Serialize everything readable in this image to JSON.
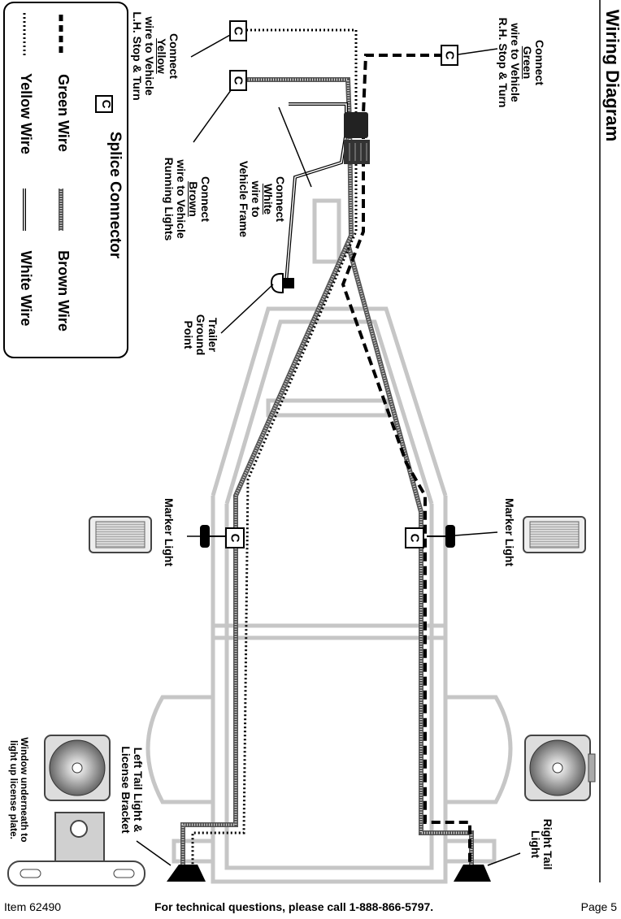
{
  "title": "Wiring Diagram",
  "legend": {
    "splice_symbol": "C",
    "splice_label": "Splice Connector",
    "green_label": "Green Wire",
    "brown_label": "Brown Wire",
    "yellow_label": "Yellow Wire",
    "white_label": "White Wire"
  },
  "callouts": {
    "green": {
      "pre": "Connect ",
      "color": "Green",
      "line2": "wire to Vehicle",
      "line3": "R.H. Stop & Turn"
    },
    "yellow": {
      "pre": "Connect ",
      "color": "Yellow",
      "line2": "wire to Vehicle",
      "line3": "L.H. Stop & Turn"
    },
    "white": {
      "line1": "Connect",
      "color": "White",
      "post": " wire to",
      "line3": "Vehicle Frame"
    },
    "brown": {
      "pre": "Connect ",
      "color": "Brown",
      "line2": "wire to Vehicle",
      "line3": "Running Lights"
    },
    "ground": {
      "line1": "Trailer",
      "line2": "Ground",
      "line3": "Point"
    },
    "marker_right": "Marker Light",
    "marker_left": "Marker Light",
    "right_tail": {
      "line1": "Right Tail",
      "line2": "Light"
    },
    "left_tail": {
      "line1": "Left Tail Light &",
      "line2": "License Bracket"
    },
    "window": {
      "line1": "Window underneath to",
      "line2": "light up license plate."
    }
  },
  "splice_symbol": "C",
  "footer": {
    "item": "Item 62490",
    "support": "For technical questions, please call 1-888-866-5797.",
    "page": "Page 5"
  }
}
